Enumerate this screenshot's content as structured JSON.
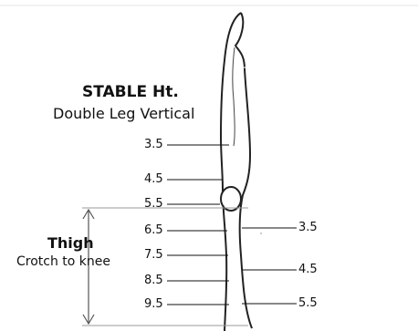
{
  "header": {
    "title": "STABLE Ht.",
    "subtitle": "Double Leg Vertical"
  },
  "section": {
    "title": "Thigh",
    "subtitle": "Crotch to knee"
  },
  "left_scale": [
    "3.5",
    "4.5",
    "5.5",
    "6.5",
    "7.5",
    "8.5",
    "9.5"
  ],
  "right_scale": [
    "3.5",
    "4.5",
    "5.5"
  ],
  "colors": {
    "ink": "#111111",
    "guide": "#9a9a9a"
  }
}
